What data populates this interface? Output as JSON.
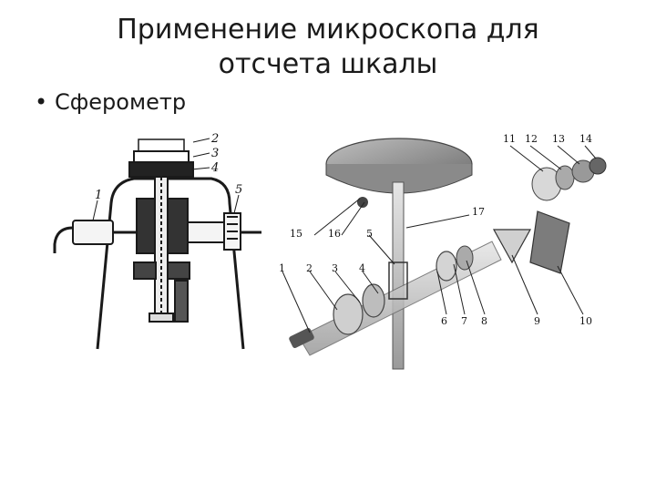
{
  "slide": {
    "title_line1": "Применение микроскопа для",
    "title_line2": "отсчета шкалы",
    "bullet_marker": "•",
    "bullet_text": "Сферометр"
  },
  "left_figure": {
    "callouts": [
      "1",
      "2",
      "3",
      "4",
      "5"
    ]
  },
  "right_figure": {
    "callouts": [
      "1",
      "2",
      "3",
      "4",
      "5",
      "6",
      "7",
      "8",
      "9",
      "10",
      "11",
      "12",
      "13",
      "14",
      "15",
      "16",
      "17"
    ]
  }
}
